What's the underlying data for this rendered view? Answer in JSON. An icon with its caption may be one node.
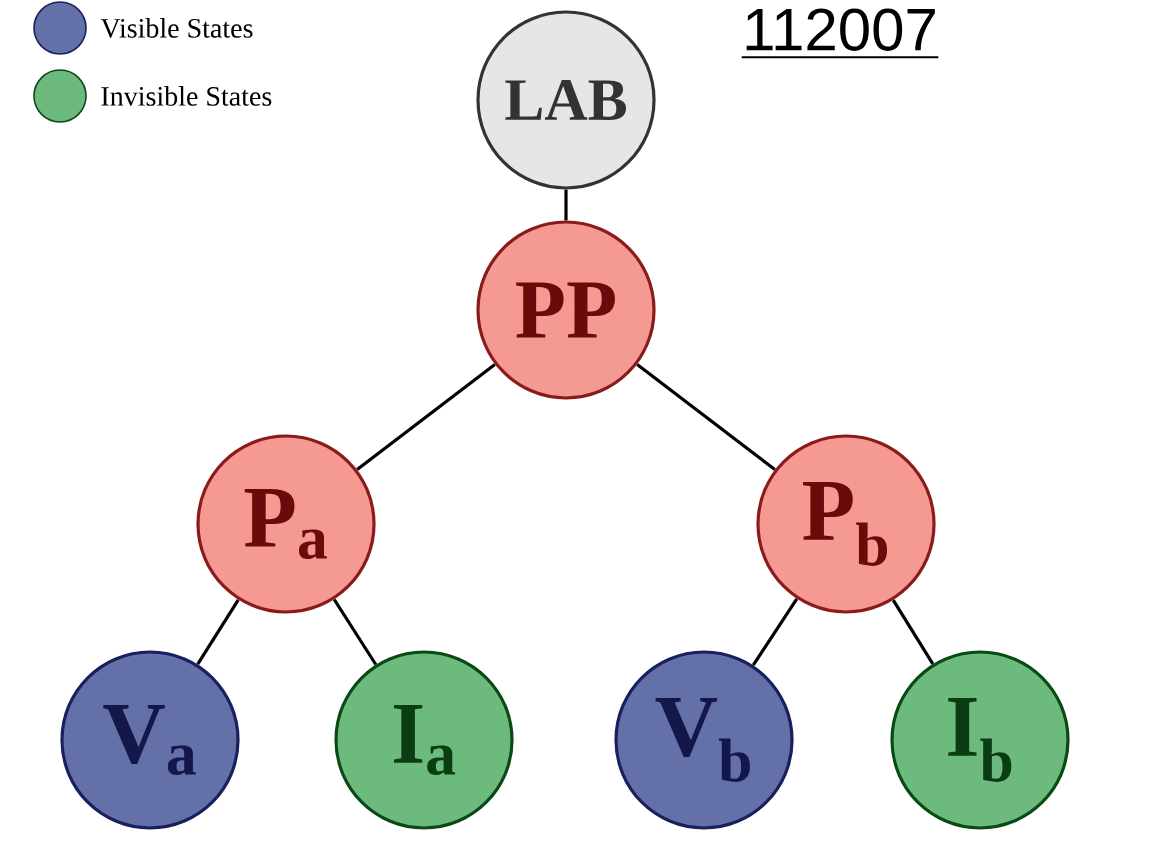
{
  "diagram": {
    "title": "112007",
    "nodes": [
      {
        "text": [
          "LAB"
        ]
      },
      {
        "text": [
          "PP"
        ]
      },
      {
        "text": [
          "P$_{a}$"
        ]
      },
      {
        "text": [
          "P$_{b}$"
        ]
      },
      {
        "text": [
          "V$_{a}$"
        ]
      },
      {
        "text": [
          "I$_{a}$"
        ]
      },
      {
        "text": [
          "V$_{b}$"
        ]
      },
      {
        "text": [
          "I$_{b}$"
        ]
      }
    ],
    "edges": [
      {
        "from": 0,
        "to": 1,
        "arrow": "none"
      },
      {
        "from": 1,
        "to": 2,
        "arrow": "none"
      },
      {
        "from": 1,
        "to": 3,
        "arrow": "none"
      },
      {
        "from": 2,
        "to": 4,
        "arrow": "none"
      },
      {
        "from": 2,
        "to": 5,
        "arrow": "none"
      },
      {
        "from": 3,
        "to": 6,
        "arrow": "none"
      },
      {
        "from": 3,
        "to": 7,
        "arrow": "none"
      }
    ],
    "legend": [
      {
        "text": "Visible States",
        "color": "#6470a8"
      },
      {
        "text": "Invisible States",
        "color": "#6dba7e"
      }
    ]
  }
}
